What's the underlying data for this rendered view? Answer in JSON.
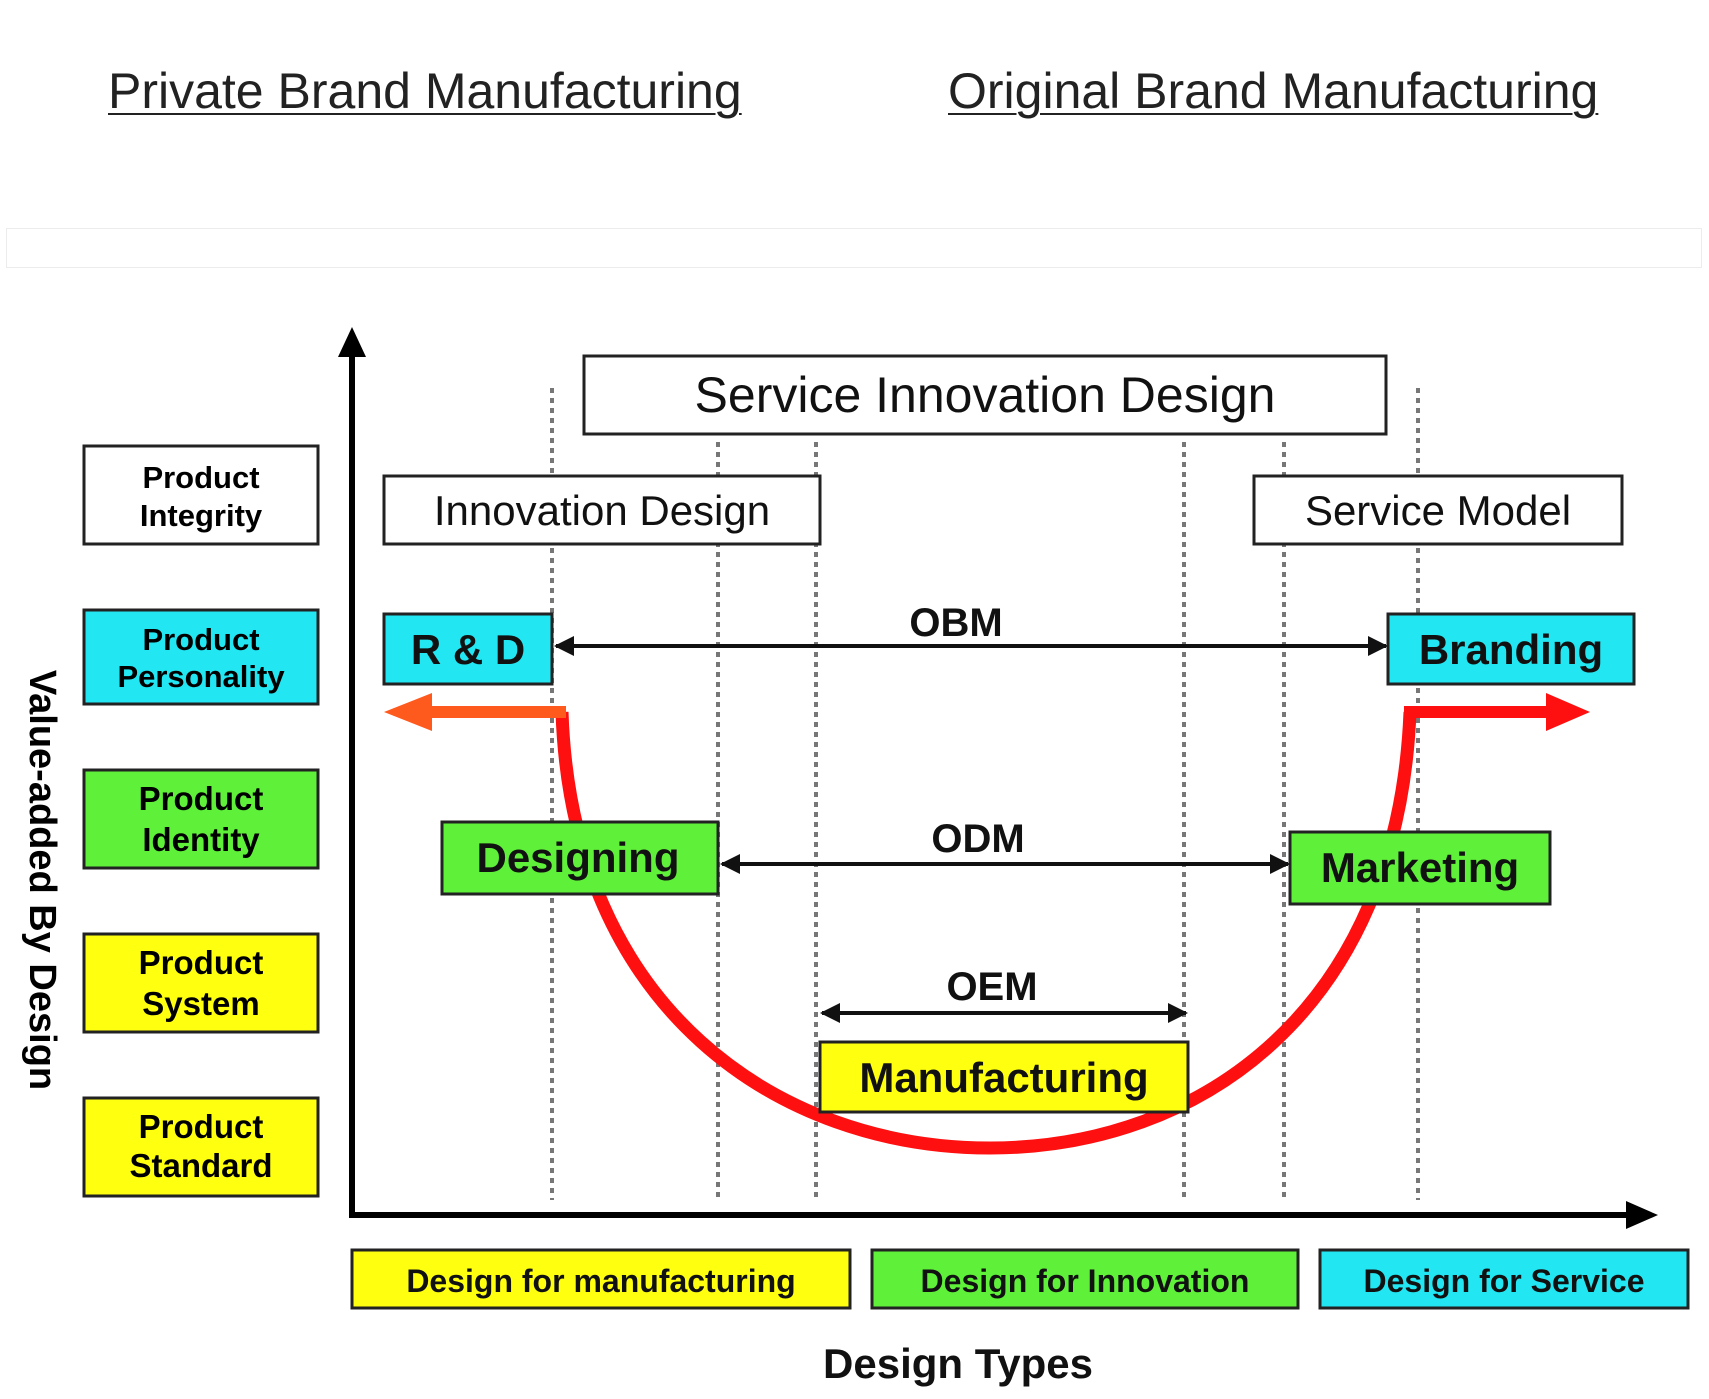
{
  "headings": {
    "left": "Private Brand Manufacturing",
    "right": "Original Brand Manufacturing"
  },
  "y_axis_label": "Value-added By Design",
  "x_axis_label": "Design Types",
  "levels": [
    {
      "label": "Product Integrity",
      "color": "#ffffff"
    },
    {
      "label": "Product Personality",
      "color": "#22e6f2"
    },
    {
      "label": "Product Identity",
      "color": "#5ff03a"
    },
    {
      "label": "Product System",
      "color": "#ffff10"
    },
    {
      "label": "Product Standard",
      "color": "#ffff10"
    }
  ],
  "top_boxes": {
    "service_innovation": "Service Innovation Design",
    "innovation_design": "Innovation Design",
    "service_model": "Service Model"
  },
  "stages": {
    "rd": "R & D",
    "branding": "Branding",
    "designing": "Designing",
    "marketing": "Marketing",
    "manufacturing": "Manufacturing"
  },
  "spans": {
    "obm": "OBM",
    "odm": "ODM",
    "oem": "OEM"
  },
  "design_types": [
    {
      "label": "Design for manufacturing",
      "color": "#ffff10"
    },
    {
      "label": "Design for Innovation",
      "color": "#5ff03a"
    },
    {
      "label": "Design for Service",
      "color": "#22e6f2"
    }
  ],
  "colors": {
    "curve": "#ff1010",
    "left_arrow": "#ff5a1e",
    "cyan": "#22e6f2",
    "green": "#5ff03a",
    "yellow": "#ffff10"
  }
}
